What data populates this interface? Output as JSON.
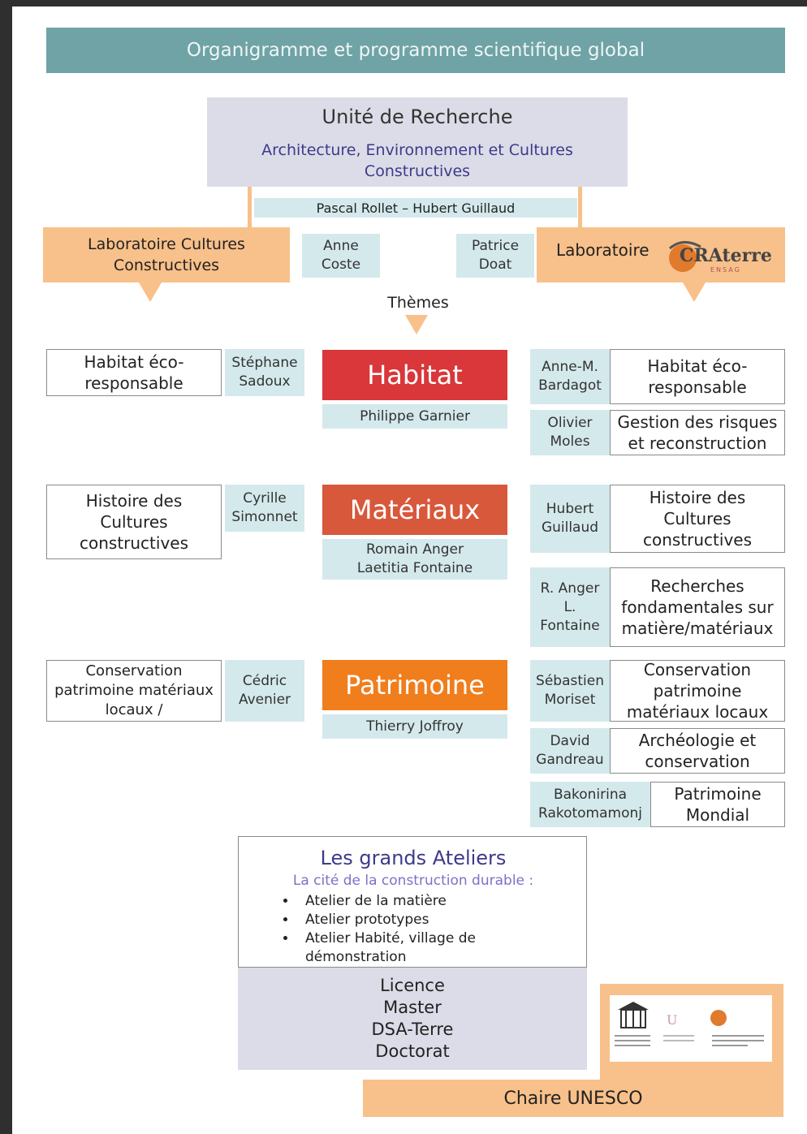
{
  "header": {
    "title": "Organigramme et programme scientifique global"
  },
  "unit": {
    "title": "Unité de Recherche",
    "subtitle": "Architecture, Environnement et Cultures Constructives",
    "directors": "Pascal Rollet – Hubert Guillaud"
  },
  "lab_left": {
    "label": "Laboratoire Cultures Constructives",
    "head": "Anne Coste"
  },
  "lab_right": {
    "label": "Laboratoire",
    "head": "Patrice Doat",
    "logo_main": "CRAterre",
    "logo_sub": "ENSAG"
  },
  "themes_label": "Thèmes",
  "themes": [
    {
      "name": "Habitat",
      "color": "#d9373a",
      "lead": "Philippe Garnier"
    },
    {
      "name": "Matériaux",
      "color": "#d8583b",
      "lead": "Romain Anger Laetitia Fontaine"
    },
    {
      "name": "Patrimoine",
      "color": "#f07e1c",
      "lead": "Thierry Joffroy"
    }
  ],
  "left_topics": [
    {
      "topic": "Habitat éco-responsable",
      "person": "Stéphane Sadoux"
    },
    {
      "topic": "Histoire des Cultures constructives",
      "person": "Cyrille Simonnet"
    },
    {
      "topic": "Conservation patrimoine matériaux locaux /",
      "person": "Cédric Avenier"
    }
  ],
  "right_topics": [
    {
      "person": "Anne-M. Bardagot",
      "topic": "Habitat éco-responsable"
    },
    {
      "person": "Olivier Moles",
      "topic": "Gestion des risques et reconstruction"
    },
    {
      "person": "Hubert Guillaud",
      "topic": "Histoire des Cultures constructives"
    },
    {
      "person": "R. Anger L. Fontaine",
      "topic": "Recherches fondamentales sur matière/matériaux"
    },
    {
      "person": "Sébastien Moriset",
      "topic": "Conservation patrimoine matériaux locaux"
    },
    {
      "person": "David Gandreau",
      "topic": "Archéologie et conservation"
    },
    {
      "person": "Bakonirina Rakotomamonj",
      "topic": "Patrimoine Mondial"
    }
  ],
  "workshops": {
    "title": "Les grands Ateliers",
    "subtitle": "La cité de la construction durable :",
    "items": [
      "Atelier de la matière",
      "Atelier prototypes",
      "Atelier Habité, village de démonstration"
    ]
  },
  "degrees": [
    "Licence",
    "Master",
    "DSA-Terre",
    "Doctorat"
  ],
  "chair": {
    "label": "Chaire UNESCO",
    "logos": [
      "unesco-logo",
      "univ-logo",
      "craterre-logo"
    ]
  },
  "colors": {
    "orange": "#f8c08a",
    "teal_bar": "#6fa3a6",
    "lavender": "#dcdce8",
    "light_teal": "#d4e9ec"
  }
}
